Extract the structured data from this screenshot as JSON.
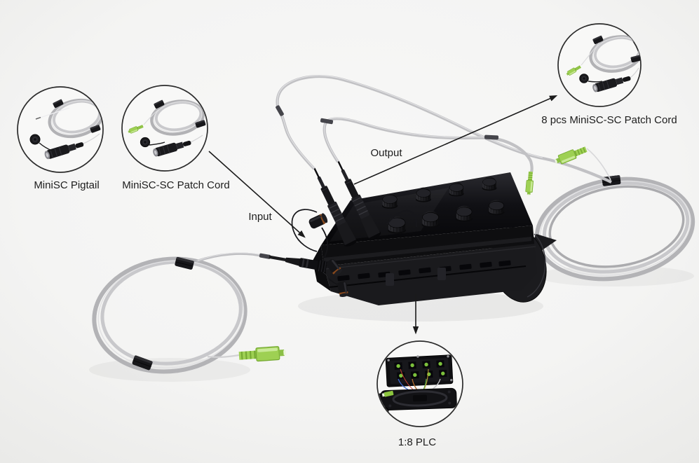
{
  "diagram": {
    "title_hint": "MiniSC fiber optic distribution box diagram",
    "callouts": [
      {
        "id": "minisc-pigtail",
        "label": "MiniSC Pigtail"
      },
      {
        "id": "minisc-sc-patch-cord",
        "label": "MiniSC-SC Patch Cord"
      },
      {
        "id": "patch-cord-8pcs",
        "label": "8 pcs MiniSC-SC Patch Cord"
      },
      {
        "id": "plc-splitter",
        "label": "1:8 PLC"
      }
    ],
    "flow_labels": {
      "input": "Input",
      "output": "Output"
    },
    "colors": {
      "background": "#f4f4f3",
      "device_black": "#141417",
      "cable_gray": "#bcbcbf",
      "connector_green": "#9ed053",
      "annotation": "#1b1b1b"
    }
  }
}
